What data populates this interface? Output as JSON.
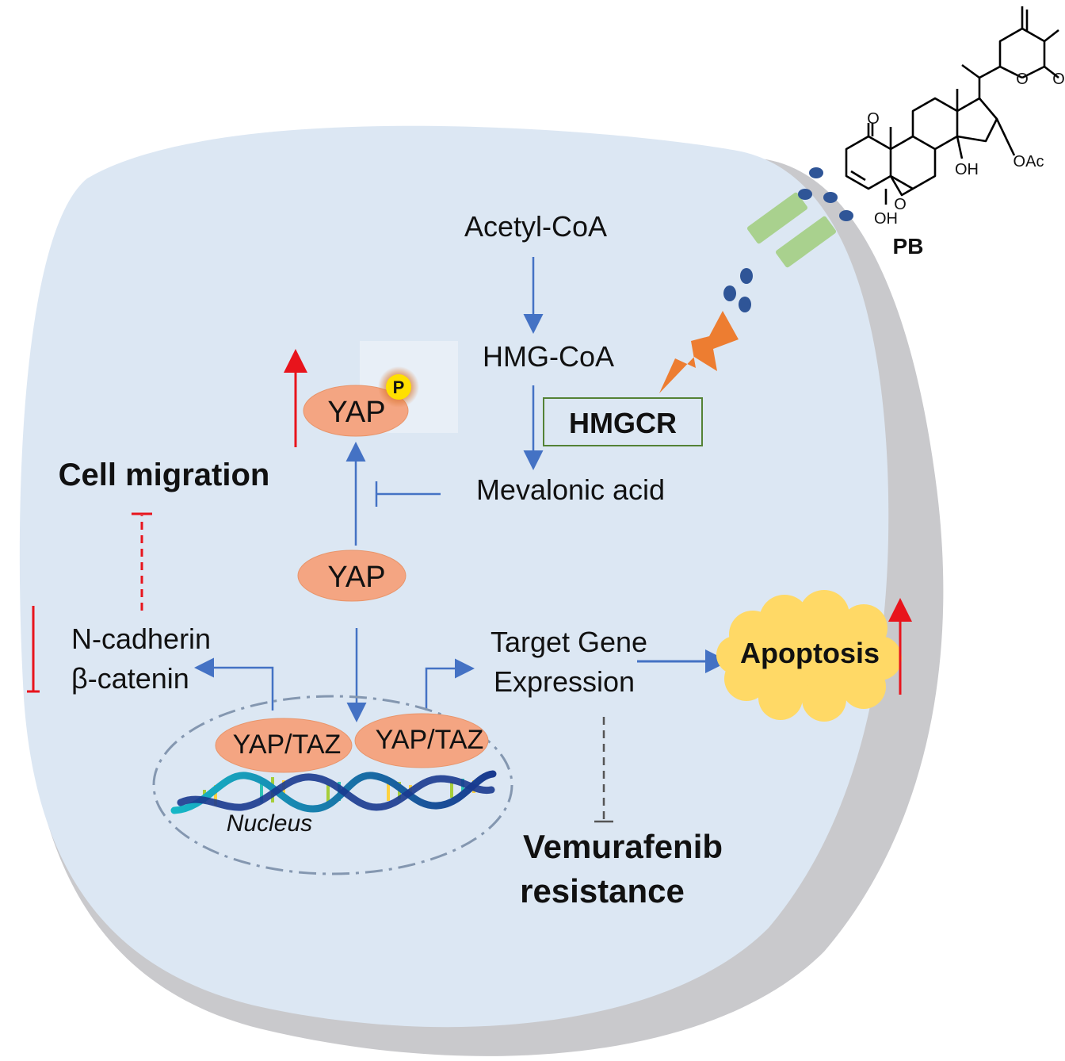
{
  "labels": {
    "acetyl_coa": "Acetyl-CoA",
    "hmg_coa": "HMG-CoA",
    "hmgcr": "HMGCR",
    "mevalonic_acid": "Mevalonic acid",
    "yap_phospho": "YAP",
    "phospho_p": "P",
    "yap": "YAP",
    "cell_migration": "Cell migration",
    "n_cadherin": "N-cadherin",
    "beta_catenin": "β-catenin",
    "yap_taz_left": "YAP/TAZ",
    "yap_taz_right": "YAP/TAZ",
    "nucleus": "Nucleus",
    "target_gene_line1": "Target Gene",
    "target_gene_line2": "Expression",
    "apoptosis": "Apoptosis",
    "vemurafenib_line1": "Vemurafenib",
    "vemurafenib_line2": "resistance",
    "pb": "PB"
  },
  "structure_labels": {
    "ketone_o": "O",
    "lactone_o": "O",
    "lactone_carbonyl_o": "O",
    "epoxide_o": "O",
    "oh_top": "OH",
    "oh_bottom": "OH",
    "oac": "OAc"
  },
  "colors": {
    "cell_fill": "#dce7f3",
    "cell_shadow": "#c9c9cc",
    "pathway_arrow": "#4472c4",
    "up_down_red": "#e8141c",
    "dashed_red": "#e8141c",
    "dashed_gray": "#555555",
    "protein_fill": "#f4a582",
    "phospho_yellow": "#ffe000",
    "apoptosis_yellow": "#ffd966",
    "lightning_orange": "#ed7d31",
    "transporter_green": "#a9d18e",
    "molecule_dot": "#2f5597",
    "hmgcr_border": "#548235",
    "nucleus_border": "#8497b0"
  }
}
